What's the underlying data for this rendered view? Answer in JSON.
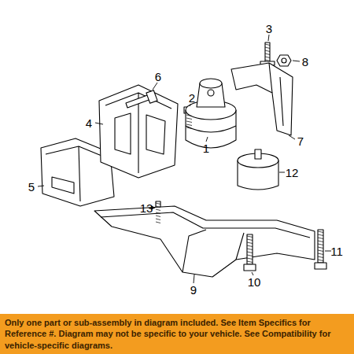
{
  "diagram": {
    "nodes": [
      {
        "text": [
          "Only one part or sub-assembly in diagram included. See Item Specifics for Reference #. Diagram may not be specific to your vehicle. See Compatibility for vehicle-specific diagrams."
        ]
      }
    ],
    "labels": [
      "3",
      "8",
      "6",
      "2",
      "7",
      "4",
      "1",
      "5",
      "12",
      "13",
      "9",
      "11",
      "10"
    ]
  }
}
